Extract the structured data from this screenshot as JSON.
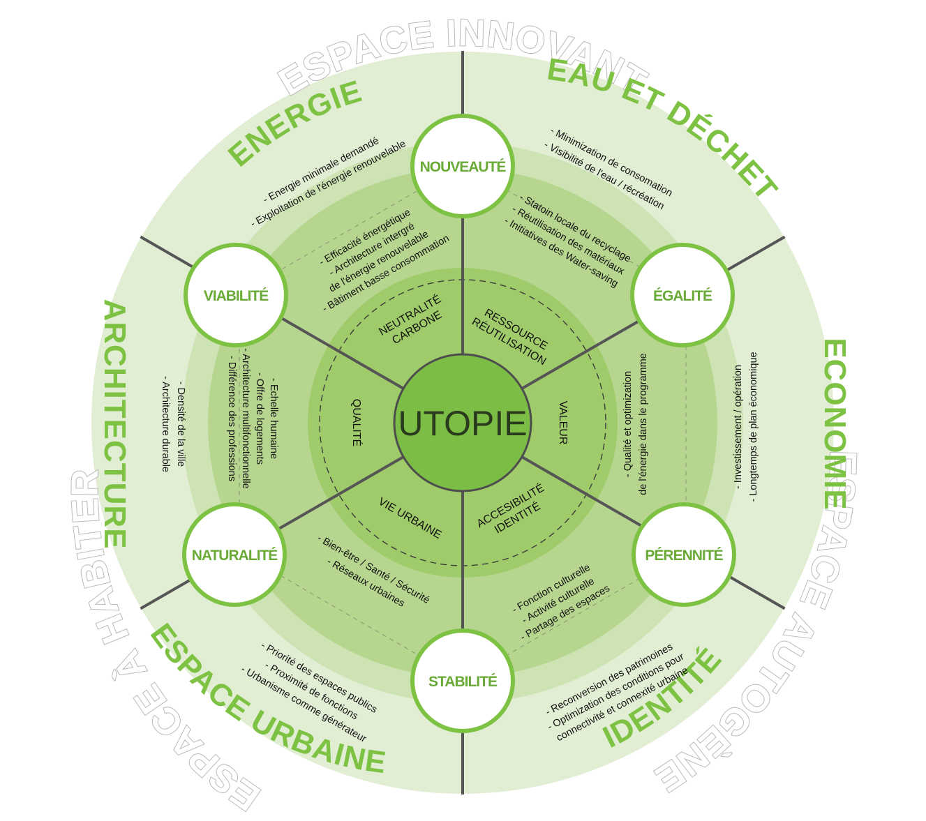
{
  "colors": {
    "outer_ring": "#e2eed4",
    "ring_two": "#cde3b4",
    "ring_three": "#b6d68f",
    "ring_four": "#9fcb6a",
    "center_fill": "#7bbd45",
    "accent": "#7dc243",
    "divider": "#555555",
    "spaces_text": "#b9b9b9"
  },
  "center": {
    "label": "UTOPIE"
  },
  "spaces": [
    {
      "label": "ESPACE INNOVANT"
    },
    {
      "label": "ESPACE AUTOGÈNE"
    },
    {
      "label": "ESPACE À HABITER"
    }
  ],
  "themes": [
    {
      "label": "ENERGIE",
      "notes": [
        "- Energie minimale demandé",
        "- Exploitation de l'énergie renouvelable"
      ]
    },
    {
      "label": "EAU ET DÉCHET",
      "notes": [
        "- Minimization de consomation",
        "- Visibilité de l'eau / récréation"
      ]
    },
    {
      "label": "ECONOMIE",
      "notes": [
        "- Investissement / opération",
        "- Longtemps de plan économique"
      ]
    },
    {
      "label": "IDENTITÉ",
      "notes": [
        "- Reconversion des patrimoines",
        "- Optimization des conditions pour",
        "connectivité et connexité urbaine"
      ]
    },
    {
      "label": "ESPACE URBAINE",
      "notes": [
        "- Priorité des espaces publics",
        "- Proximité de fonctions",
        "- Urbanisme comme générateur"
      ]
    },
    {
      "label": "ARCHITECTURE",
      "notes": [
        "- Densité de la ville",
        "- Architecture durable"
      ]
    }
  ],
  "nodes": [
    {
      "label": "NOUVEAUTÉ"
    },
    {
      "label": "ÉGALITÉ"
    },
    {
      "label": "PÉRENNITÉ"
    },
    {
      "label": "STABILITÉ"
    },
    {
      "label": "NATURALITÉ"
    },
    {
      "label": "VIABILITÉ"
    }
  ],
  "middle_notes": [
    {
      "lines": [
        "- Efficacité énergétique",
        "- Architecture intergré",
        "de l'énergie renouvelable",
        "- Bâtiment basse consommation"
      ]
    },
    {
      "lines": [
        "- Statoin locale du recyclage",
        "- Réutilisation des matériaux",
        "- Initiatives des Water-saving"
      ]
    },
    {
      "lines": [
        "- Qualité et optimization",
        "de l'énergie dans le programme"
      ]
    },
    {
      "lines": [
        "- Fonction culturelle",
        "- Activité culturelle",
        "- Partage des espaces"
      ]
    },
    {
      "lines": [
        "- Bien-être / Santé / Sécurité",
        "- Réseaux urbaines"
      ]
    },
    {
      "lines": [
        "- Echelle humaine",
        "- Offre de logements",
        "- Architecture multifonctionnelle",
        "- Différence des professions"
      ]
    }
  ],
  "wedges": [
    {
      "lines": [
        "NEUTRALITÉ",
        "CARBONE"
      ]
    },
    {
      "lines": [
        "RESSOURCE",
        "RÉUTILISATION"
      ]
    },
    {
      "lines": [
        "VALEUR"
      ]
    },
    {
      "lines": [
        "ACCESIBILITÉ",
        "IDENTITÉ"
      ]
    },
    {
      "lines": [
        "VIE URBAINE"
      ]
    },
    {
      "lines": [
        "QUALITÉ"
      ]
    }
  ]
}
